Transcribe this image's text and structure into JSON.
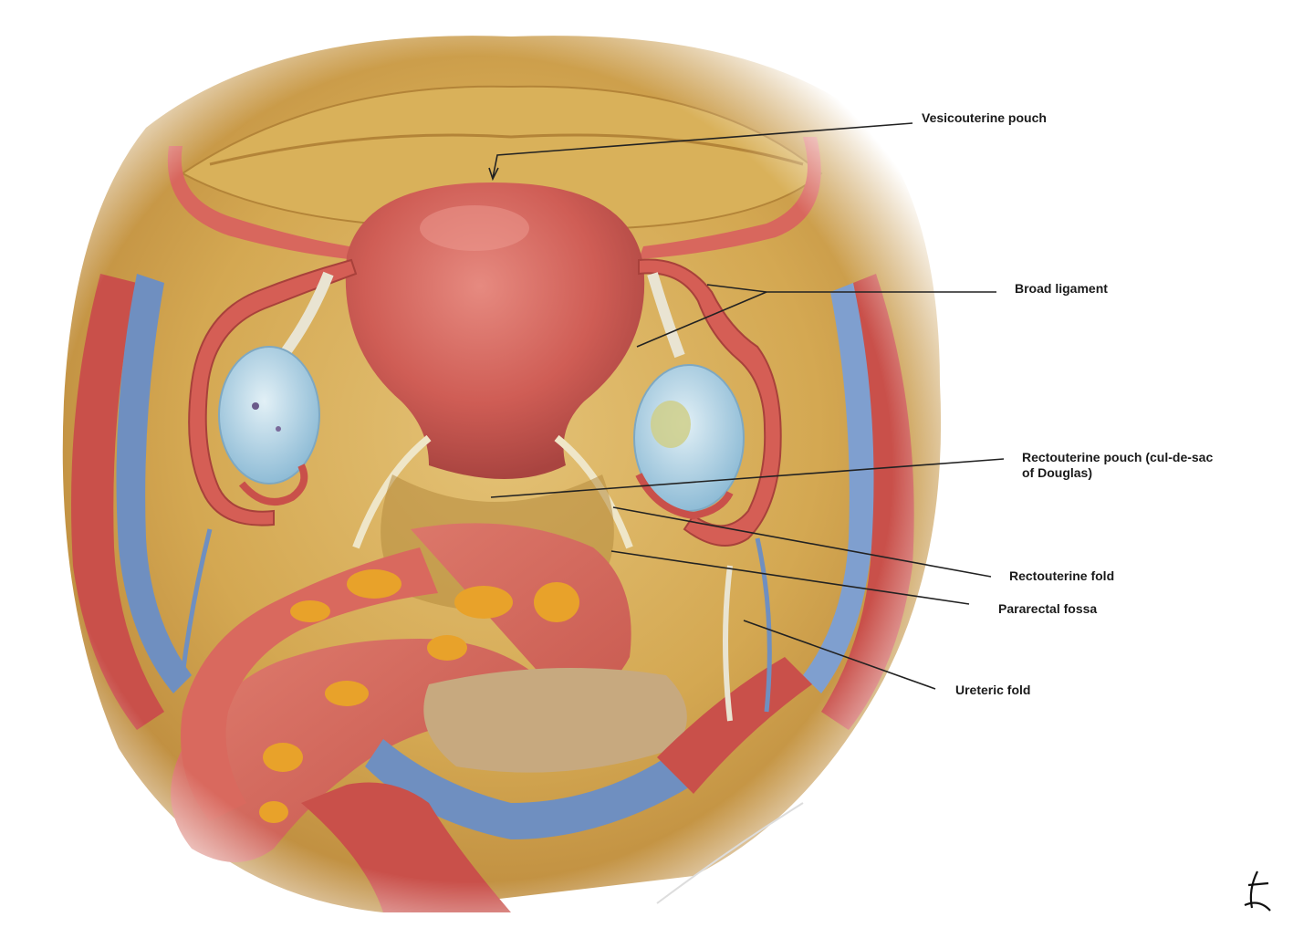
{
  "labels": {
    "vesicouterine_pouch": "Vesicouterine pouch",
    "broad_ligament": "Broad ligament",
    "rectouterine_pouch_line1": "Rectouterine pouch (cul-de-sac",
    "rectouterine_pouch_line2": "of Douglas)",
    "rectouterine_fold": "Rectouterine fold",
    "pararectal_fossa": "Pararectal fossa",
    "ureteric_fold": "Ureteric fold"
  },
  "colors": {
    "peritoneum_yellow": "#d9b15a",
    "tissue_red": "#c9504a",
    "vein_blue": "#6f8fc0",
    "ovary_blue": "#a9cde0",
    "fat_orange": "#e8a22a",
    "leader_line": "#222222"
  },
  "icons": {
    "artist_signature": "artist-signature-icon"
  }
}
